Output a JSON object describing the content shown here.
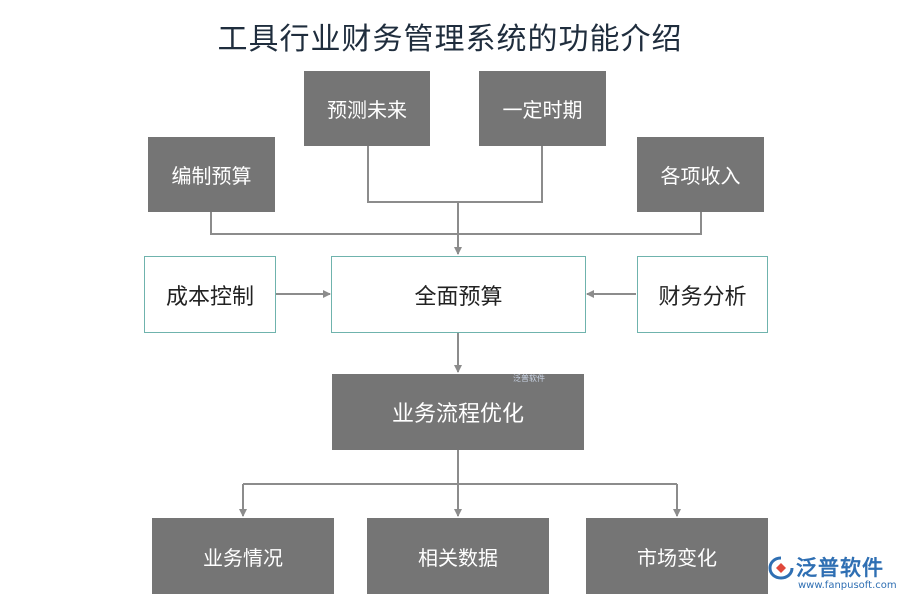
{
  "title": "工具行业财务管理系统的功能介绍",
  "nodes": {
    "forecast": "预测未来",
    "period": "一定时期",
    "budget_prep": "编制预算",
    "income": "各项收入",
    "cost_control": "成本控制",
    "full_budget": "全面预算",
    "financial_analysis": "财务分析",
    "process_optimization": "业务流程优化",
    "business_status": "业务情况",
    "related_data": "相关数据",
    "market_change": "市场变化"
  },
  "watermark": "泛普软件",
  "logo": {
    "name": "泛普软件",
    "url": "www.fanpusoft.com"
  },
  "colors": {
    "dark_box": "#757575",
    "outline_border": "#6fb3ad",
    "connector": "#8c8c8c",
    "brand": "#2f6fb3"
  }
}
